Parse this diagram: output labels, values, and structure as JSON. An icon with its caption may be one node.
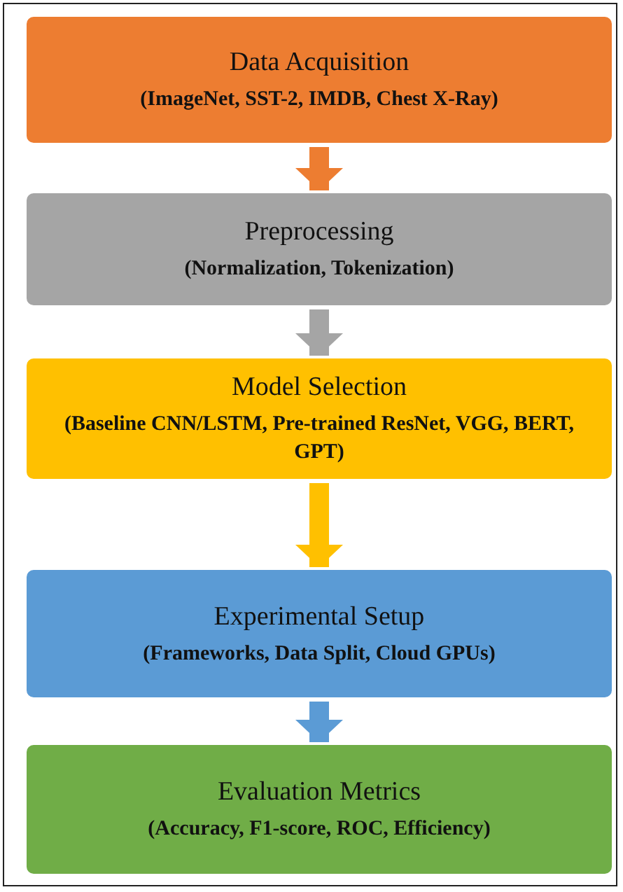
{
  "diagram": {
    "nodes": [
      {
        "text": [
          "Data Acquisition",
          "(ImageNet, SST-2, IMDB, Chest X-Ray)"
        ]
      },
      {
        "text": [
          "Preprocessing",
          "(Normalization, Tokenization)"
        ]
      },
      {
        "text": [
          "Model Selection",
          "(Baseline CNN/LSTM, Pre-trained ResNet, VGG, BERT, GPT)"
        ]
      },
      {
        "text": [
          "Experimental Setup",
          "(Frameworks, Data Split, Cloud GPUs)"
        ]
      },
      {
        "text": [
          "Evaluation Metrics",
          "(Accuracy, F1-score, ROC, Efficiency)"
        ]
      }
    ],
    "edges": [
      {
        "from": 0,
        "to": 1,
        "arrow": "to",
        "color": "#ed7d31"
      },
      {
        "from": 1,
        "to": 2,
        "arrow": "to",
        "color": "#a5a5a5"
      },
      {
        "from": 2,
        "to": 3,
        "arrow": "to",
        "color": "#ffc000"
      },
      {
        "from": 3,
        "to": 4,
        "arrow": "to",
        "color": "#5b9bd5"
      }
    ]
  }
}
